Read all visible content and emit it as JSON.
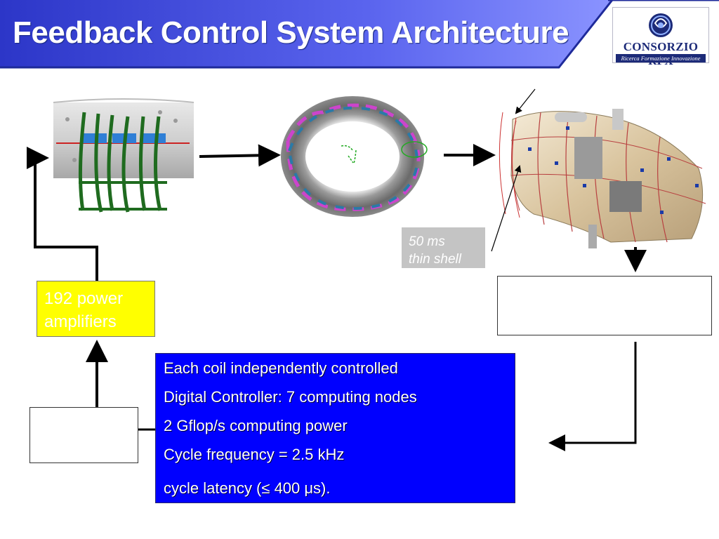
{
  "header": {
    "title": "Feedback Control System Architecture",
    "logo": {
      "name": "CONSORZIO RFX",
      "tagline": "Ricerca Formazione Innovazione"
    }
  },
  "amplifiers": {
    "label_line1": "192 power",
    "label_line2": "amplifiers",
    "fill_color": "#ffff00"
  },
  "controller_info": {
    "fill_color": "#0000ff",
    "lines": [
      "Each coil independently controlled",
      "Digital Controller: 7 computing nodes",
      "2 Gflop/s computing power",
      "Cycle frequency = 2.5 kHz",
      "cycle latency (≤ 400 μs)."
    ]
  },
  "shell_label": {
    "line1": "50 ms",
    "line2": "thin shell"
  },
  "header_colors": {
    "bar_start": "#2c36c8",
    "bar_end": "#8a93ff"
  }
}
